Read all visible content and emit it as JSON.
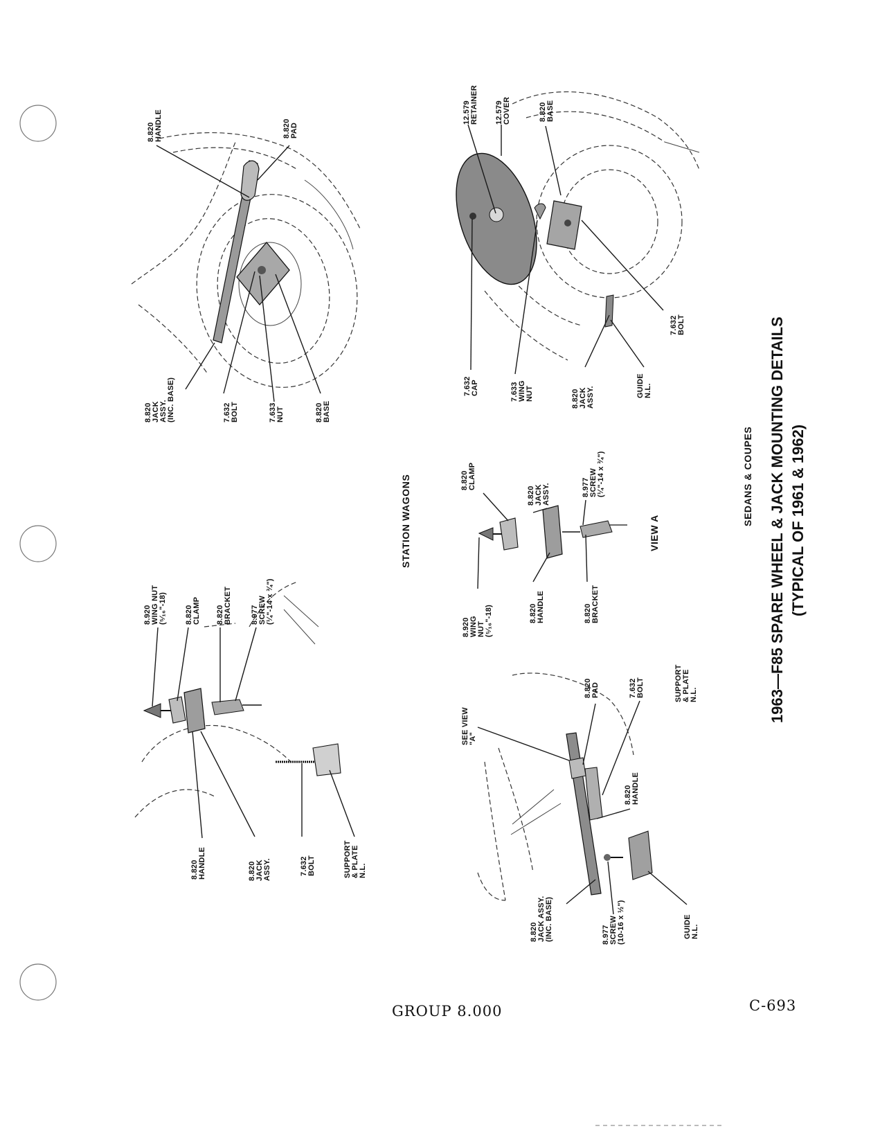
{
  "title": {
    "line1": "1963—F85 SPARE WHEEL & JACK MOUNTING DETAILS",
    "line2": "(TYPICAL OF 1961 & 1962)"
  },
  "sections": {
    "sedans_coupes": "SEDANS & COUPES",
    "station_wagons": "STATION WAGONS",
    "view_a": "VIEW A"
  },
  "footer": {
    "group": "GROUP 8.000",
    "page": "C-693"
  },
  "labels": {
    "tl_jack_assy": "8.820\nJACK\nASSY.\n(INC. BASE)",
    "tl_bolt": "7.632\nBOLT",
    "tl_nut": "7.633\nNUT",
    "tl_base": "8.820\nBASE",
    "tl_handle": "8.820\nHANDLE",
    "tl_pad": "8.820\nPAD",
    "tr_retainer": "12.579\nRETAINER",
    "tr_cover": "12.579\nCOVER",
    "tr_base": "8.820\nBASE",
    "tr_cap": "7.632\nCAP",
    "tr_wing_nut": "7.633\nWING\nNUT",
    "tr_jack_assy": "8.820\nJACK\nASSY.",
    "tr_guide": "GUIDE\nN.L.",
    "tr_bolt": "7.632\nBOLT",
    "va_clamp": "8.820\nCLAMP",
    "va_jack_assy": "8.820\nJACK\nASSY.",
    "va_screw": "8.977\nSCREW\n(¼\"-14 x ¾\")",
    "va_wing_nut": "8.920\nWING\nNUT\n(⁵⁄₁₆\"-18)",
    "va_handle": "8.820\nHANDLE",
    "va_bracket": "8.820\nBRACKET",
    "ml_wing_nut": "8.920\nWING NUT\n(⁵⁄₁₆\"-18)",
    "ml_clamp": "8.820\nCLAMP",
    "ml_bracket": "8.820\nBRACKET",
    "ml_screw": "8.977\nSCREW\n(¼\"-14 x ¾\")",
    "ml_handle": "8.820\nHANDLE",
    "ml_jack_assy": "8.820\nJACK\nASSY.",
    "ml_bolt": "7.632\nBOLT",
    "ml_support": "SUPPORT\n& PLATE\nN.L.",
    "bl_see_view": "SEE VIEW\n\"A\"",
    "bl_pad": "8.820\nPAD",
    "bl_bolt": "7.632\nBOLT",
    "bl_support": "SUPPORT\n& PLATE\nN.L.",
    "bl_handle": "8.820\nHANDLE",
    "bl_jack_assy": "8.820\nJACK ASSY.\n(INC. BASE)",
    "bl_screw": "8.977\nSCREW\n(10-16 x ½\")",
    "bl_guide": "GUIDE\nN.L."
  }
}
